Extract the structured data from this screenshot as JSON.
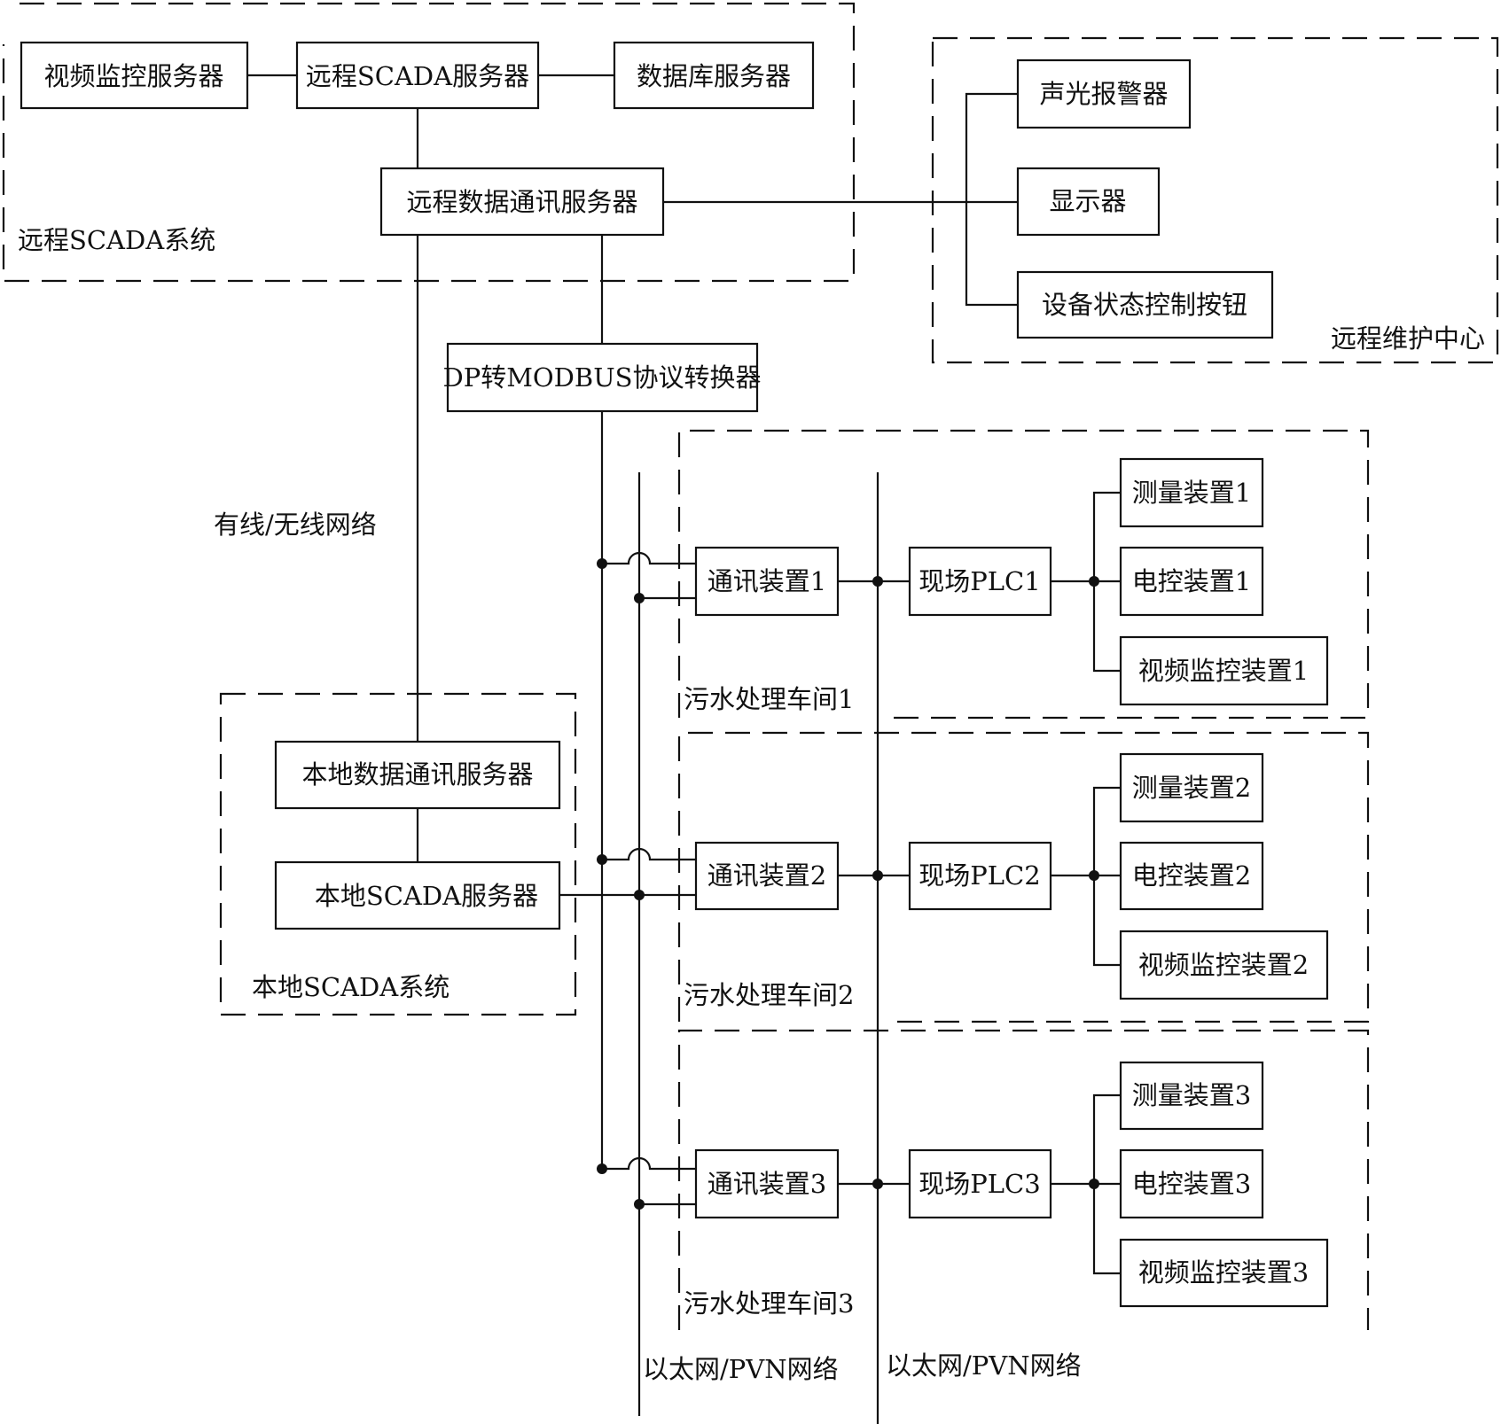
{
  "remote_scada": {
    "group_label": "远程SCADA系统",
    "video_server": "视频监控服务器",
    "scada_server": "远程SCADA服务器",
    "db_server": "数据库服务器",
    "comm_server": "远程数据通讯服务器"
  },
  "remote_center": {
    "group_label": "远程维护中心",
    "alarm": "声光报警器",
    "display": "显示器",
    "control_button": "设备状态控制按钮"
  },
  "converter": "DP转MODBUS协议转换器",
  "network_label": "有线/无线网络",
  "local_scada": {
    "group_label": "本地SCADA系统",
    "comm_server": "本地数据通讯服务器",
    "scada_server": "本地SCADA服务器"
  },
  "workshops": [
    {
      "label": "污水处理车间1",
      "comm": "通讯装置1",
      "plc": "现场PLC1",
      "measure": "测量装置1",
      "electric": "电控装置1",
      "video": "视频监控装置1"
    },
    {
      "label": "污水处理车间2",
      "comm": "通讯装置2",
      "plc": "现场PLC2",
      "measure": "测量装置2",
      "electric": "电控装置2",
      "video": "视频监控装置2"
    },
    {
      "label": "污水处理车间3",
      "comm": "通讯装置3",
      "plc": "现场PLC3",
      "measure": "测量装置3",
      "electric": "电控装置3",
      "video": "视频监控装置3"
    }
  ],
  "bus_labels": {
    "left": "以太网/PVN网络",
    "right": "以太网/PVN网络"
  }
}
